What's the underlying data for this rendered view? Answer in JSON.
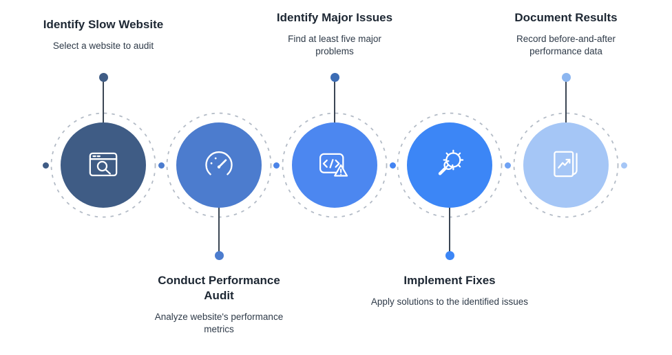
{
  "diagram": {
    "type": "process-flow",
    "background_color": "#ffffff",
    "ring_color": "#b3bbc6",
    "connector_color": "#3a4553",
    "title_color": "#1d2733",
    "description_color": "#2e3a48",
    "steps": [
      {
        "order": 1,
        "title": "Identify Slow Website",
        "description": "Select a website to audit",
        "label_position": "top",
        "circle_color": "#3f5c85",
        "dot_color": "#3f5c85",
        "icon": "browser-search-icon"
      },
      {
        "order": 2,
        "title": "Conduct Performance Audit",
        "description": "Analyze website's performance metrics",
        "label_position": "bottom",
        "circle_color": "#4c7cce",
        "dot_color": "#4c7cce",
        "icon": "speedometer-icon"
      },
      {
        "order": 3,
        "title": "Identify Major Issues",
        "description": "Find at least five major problems",
        "label_position": "top",
        "circle_color": "#4c87f0",
        "dot_color": "#3c6cb4",
        "icon": "code-warning-icon"
      },
      {
        "order": 4,
        "title": "Implement Fixes",
        "description": "Apply solutions to the identified issues",
        "label_position": "bottom",
        "circle_color": "#3c86f6",
        "dot_color": "#3c86f6",
        "icon": "gear-wrench-icon"
      },
      {
        "order": 5,
        "title": "Document Results",
        "description": "Record before-and-after performance data",
        "label_position": "top",
        "circle_color": "#a5c6f6",
        "dot_color": "#8cb6f0",
        "icon": "document-chart-icon"
      }
    ],
    "path_dots": [
      {
        "color": "#3f5c85"
      },
      {
        "color": "#4c7cce"
      },
      {
        "color": "#4b84e8"
      },
      {
        "color": "#4384f2"
      },
      {
        "color": "#6fa2f4"
      },
      {
        "color": "#a5c6f6"
      }
    ]
  }
}
